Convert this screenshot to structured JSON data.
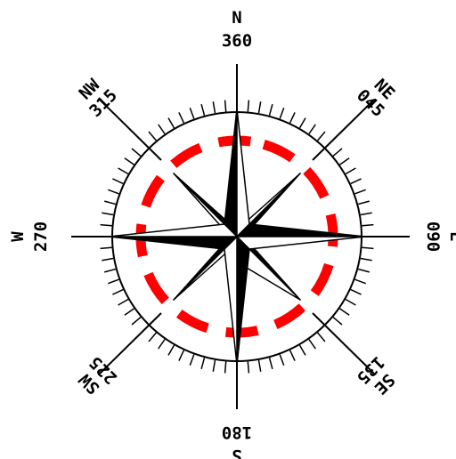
{
  "compass": {
    "labels": {
      "n": "N",
      "n_deg": "360",
      "ne": "NE",
      "ne_deg": "045",
      "e": "E",
      "e_deg": "090",
      "se": "SE",
      "se_deg": "135",
      "s": "S",
      "s_deg": "180",
      "sw": "SW",
      "sw_deg": "225",
      "w": "W",
      "w_deg": "270",
      "nw": "NW",
      "nw_deg": "315"
    },
    "colors": {
      "ink": "#000000",
      "accent_ring": "#ff0000",
      "background": "#ffffff"
    },
    "icon": "compass-rose-icon"
  }
}
